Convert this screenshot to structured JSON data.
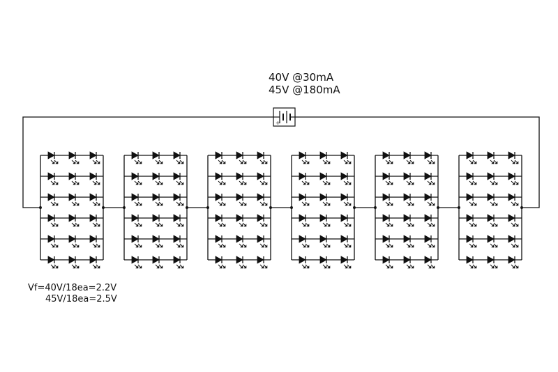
{
  "supply": {
    "line1": "40V @30mA",
    "line2": "45V @180mA",
    "battery_polarity": "+"
  },
  "forward_voltage": {
    "line1": "Vf=40V/18ea=2.2V",
    "line2": "45V/18ea=2.5V"
  },
  "led_array": {
    "series_groups": 6,
    "parallel_strings_per_group": 6,
    "leds_per_string": 3
  },
  "colors": {
    "line": "#111111",
    "background": "#ffffff"
  }
}
